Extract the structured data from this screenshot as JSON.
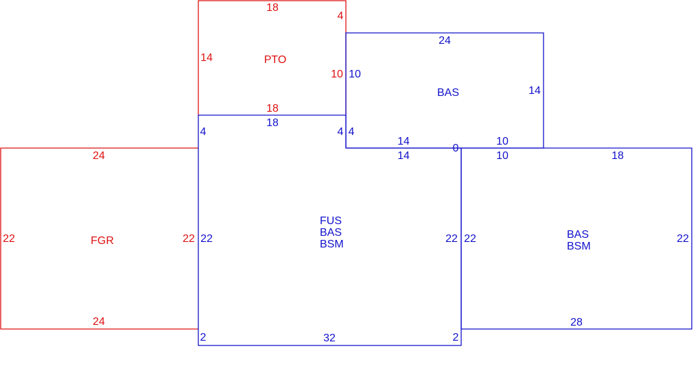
{
  "colors": {
    "red": "#dd1111",
    "blue": "#1111cc"
  },
  "areas": [
    {
      "id": "pto",
      "color": "red",
      "code_lines": [
        "PTO"
      ],
      "dimensions": [
        "18",
        "4",
        "14",
        "10",
        "18"
      ]
    },
    {
      "id": "bas-upper",
      "color": "blue",
      "code_lines": [
        "BAS"
      ],
      "dimensions": [
        "24",
        "10",
        "14",
        "14",
        "10",
        "4",
        "0"
      ]
    },
    {
      "id": "fgr",
      "color": "red",
      "code_lines": [
        "FGR"
      ],
      "dimensions": [
        "24",
        "22",
        "22",
        "24"
      ]
    },
    {
      "id": "fus-bas-bsm",
      "color": "blue",
      "code_lines": [
        "FUS",
        "BAS",
        "BSM"
      ],
      "dimensions": [
        "18",
        "4",
        "4",
        "22",
        "14",
        "22",
        "2",
        "32",
        "2"
      ]
    },
    {
      "id": "bas-bsm",
      "color": "blue",
      "code_lines": [
        "BAS",
        "BSM"
      ],
      "dimensions": [
        "10",
        "18",
        "22",
        "22",
        "28"
      ]
    }
  ]
}
